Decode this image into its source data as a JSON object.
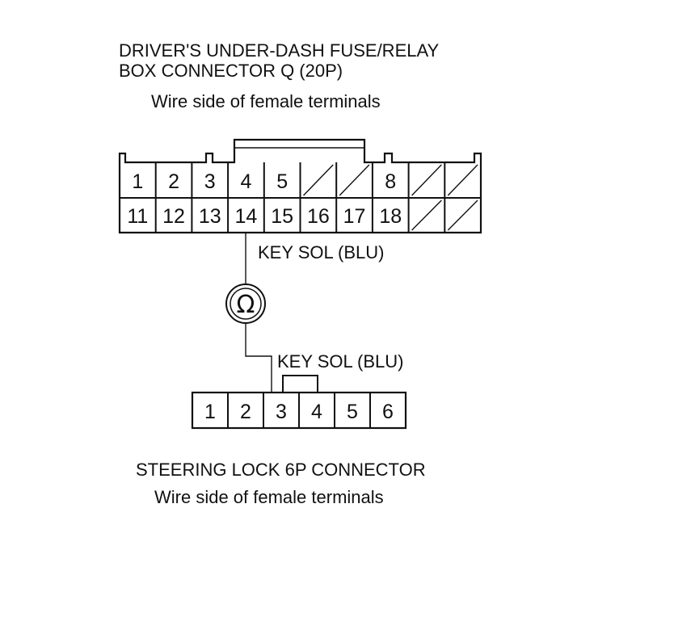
{
  "top_connector": {
    "title_line1": "DRIVER'S UNDER-DASH FUSE/RELAY",
    "title_line2": "BOX CONNECTOR Q (20P)",
    "subtitle": "Wire side of female terminals",
    "row1": [
      "1",
      "2",
      "3",
      "4",
      "5",
      "",
      "",
      "8",
      "",
      ""
    ],
    "row2": [
      "11",
      "12",
      "13",
      "14",
      "15",
      "16",
      "17",
      "18",
      "",
      ""
    ]
  },
  "wire_label_top": "KEY SOL (BLU)",
  "meter_symbol": "Ω",
  "wire_label_bottom": "KEY SOL (BLU)",
  "bottom_connector": {
    "pins": [
      "1",
      "2",
      "3",
      "4",
      "5",
      "6"
    ],
    "title": "STEERING LOCK 6P CONNECTOR",
    "subtitle": "Wire side of female terminals"
  }
}
